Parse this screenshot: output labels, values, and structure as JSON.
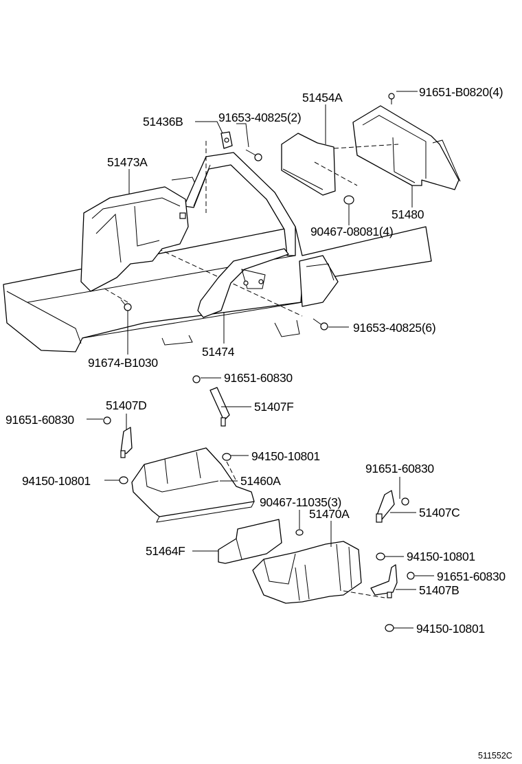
{
  "figure_id": "511552C",
  "labels": {
    "p51454A": "51454A",
    "p91651B0820": "91651-B0820(4)",
    "p51436B": "51436B",
    "p9165340825_2": "91653-40825(2)",
    "p51473A": "51473A",
    "p51480": "51480",
    "p9046708081": "90467-08081(4)",
    "p9165340825_6": "91653-40825(6)",
    "p51474": "51474",
    "p91674B1030": "91674-B1030",
    "p9165160830_top": "91651-60830",
    "p51407D": "51407D",
    "p51407F": "51407F",
    "p9165160830_left": "91651-60830",
    "p9415010801_mid": "94150-10801",
    "p9415010801_left": "94150-10801",
    "p51460A": "51460A",
    "p9165160830_right": "91651-60830",
    "p9046711035": "90467-11035(3)",
    "p51470A": "51470A",
    "p51407C": "51407C",
    "p51464F": "51464F",
    "p9415010801_r1": "94150-10801",
    "p9165160830_r2": "91651-60830",
    "p51407B": "51407B",
    "p9415010801_r2": "94150-10801"
  }
}
